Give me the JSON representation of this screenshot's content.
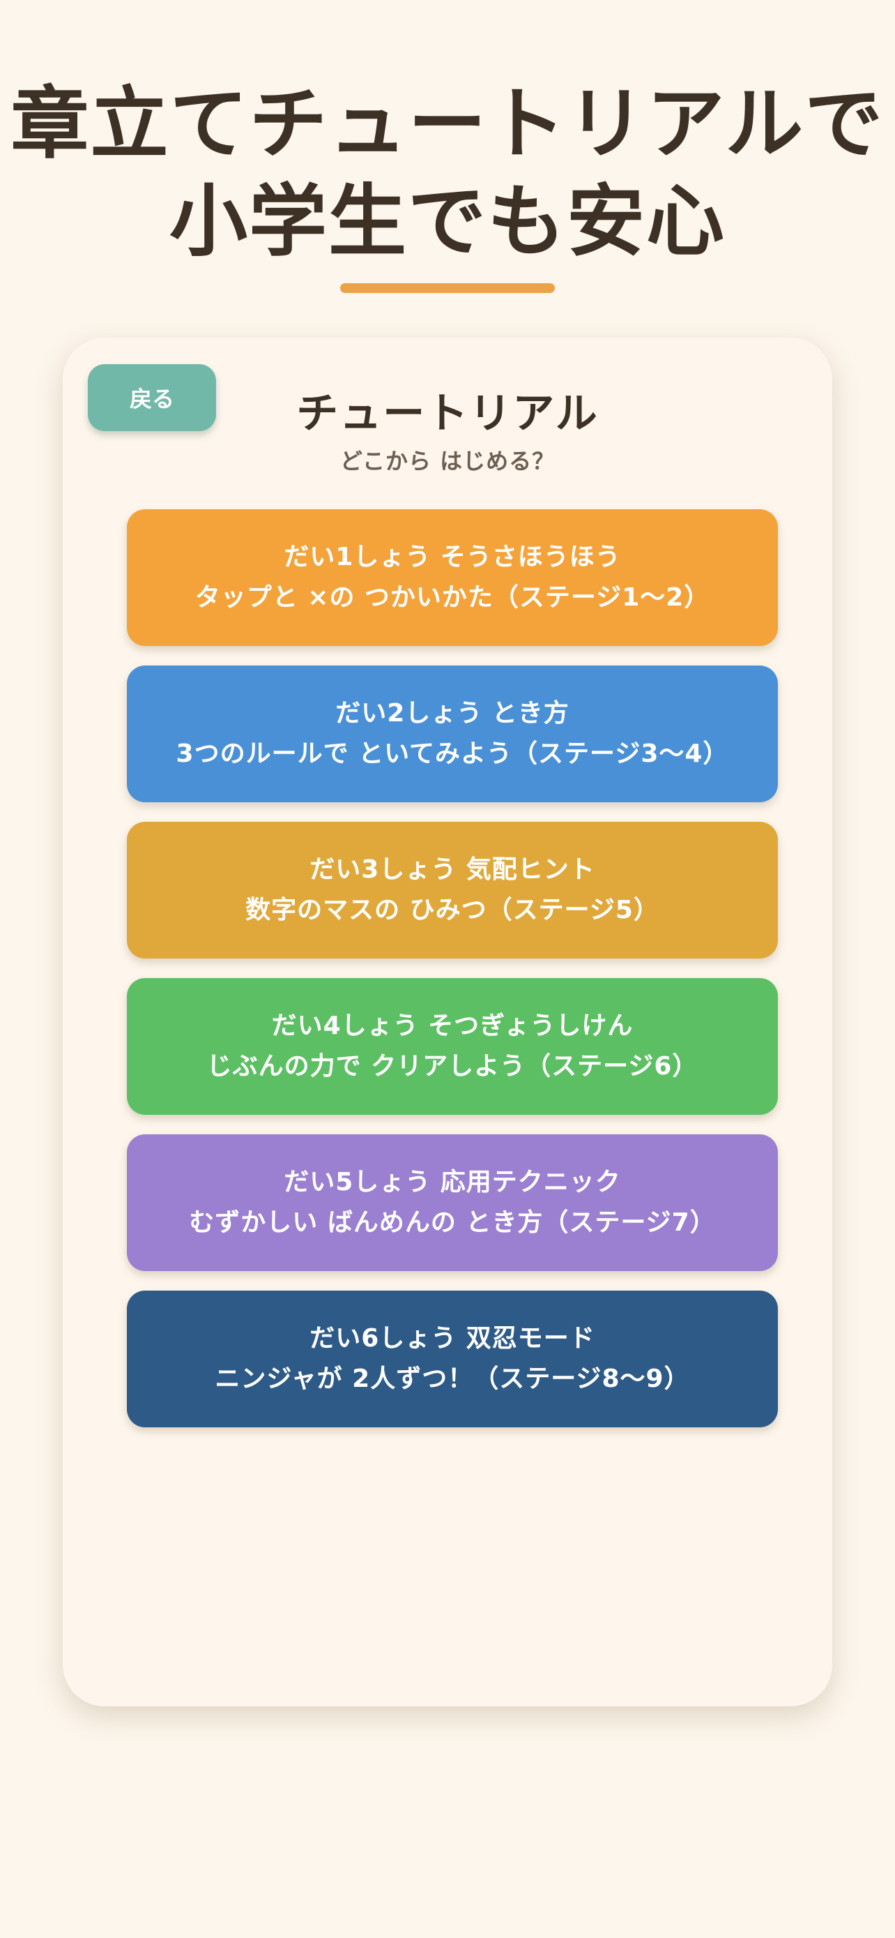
{
  "hero": {
    "title_line1": "章立てチュートリアルで",
    "title_line2": "小学生でも安心",
    "underline_color": "#eca247"
  },
  "screen": {
    "back_label": "戻る",
    "title": "チュートリアル",
    "subtitle": "どこから はじめる？"
  },
  "chapters": [
    {
      "heading": "だい1しょう そうさほうほう",
      "detail": "タップと ×の つかいかた（ステージ1〜2）",
      "color": "#f4a33b"
    },
    {
      "heading": "だい2しょう とき方",
      "detail": "3つのルールで といてみよう（ステージ3〜4）",
      "color": "#4a90d6"
    },
    {
      "heading": "だい3しょう 気配ヒント",
      "detail": "数字のマスの ひみつ（ステージ5）",
      "color": "#e0a83b"
    },
    {
      "heading": "だい4しょう そつぎょうしけん",
      "detail": "じぶんの力で クリアしよう（ステージ6）",
      "color": "#5dbf64"
    },
    {
      "heading": "だい5しょう 応用テクニック",
      "detail": "むずかしい ばんめんの とき方（ステージ7）",
      "color": "#9b7fd1"
    },
    {
      "heading": "だい6しょう 双忍モード",
      "detail": "ニンジャが 2人ずつ！（ステージ8〜9）",
      "color": "#2e5a87"
    }
  ]
}
